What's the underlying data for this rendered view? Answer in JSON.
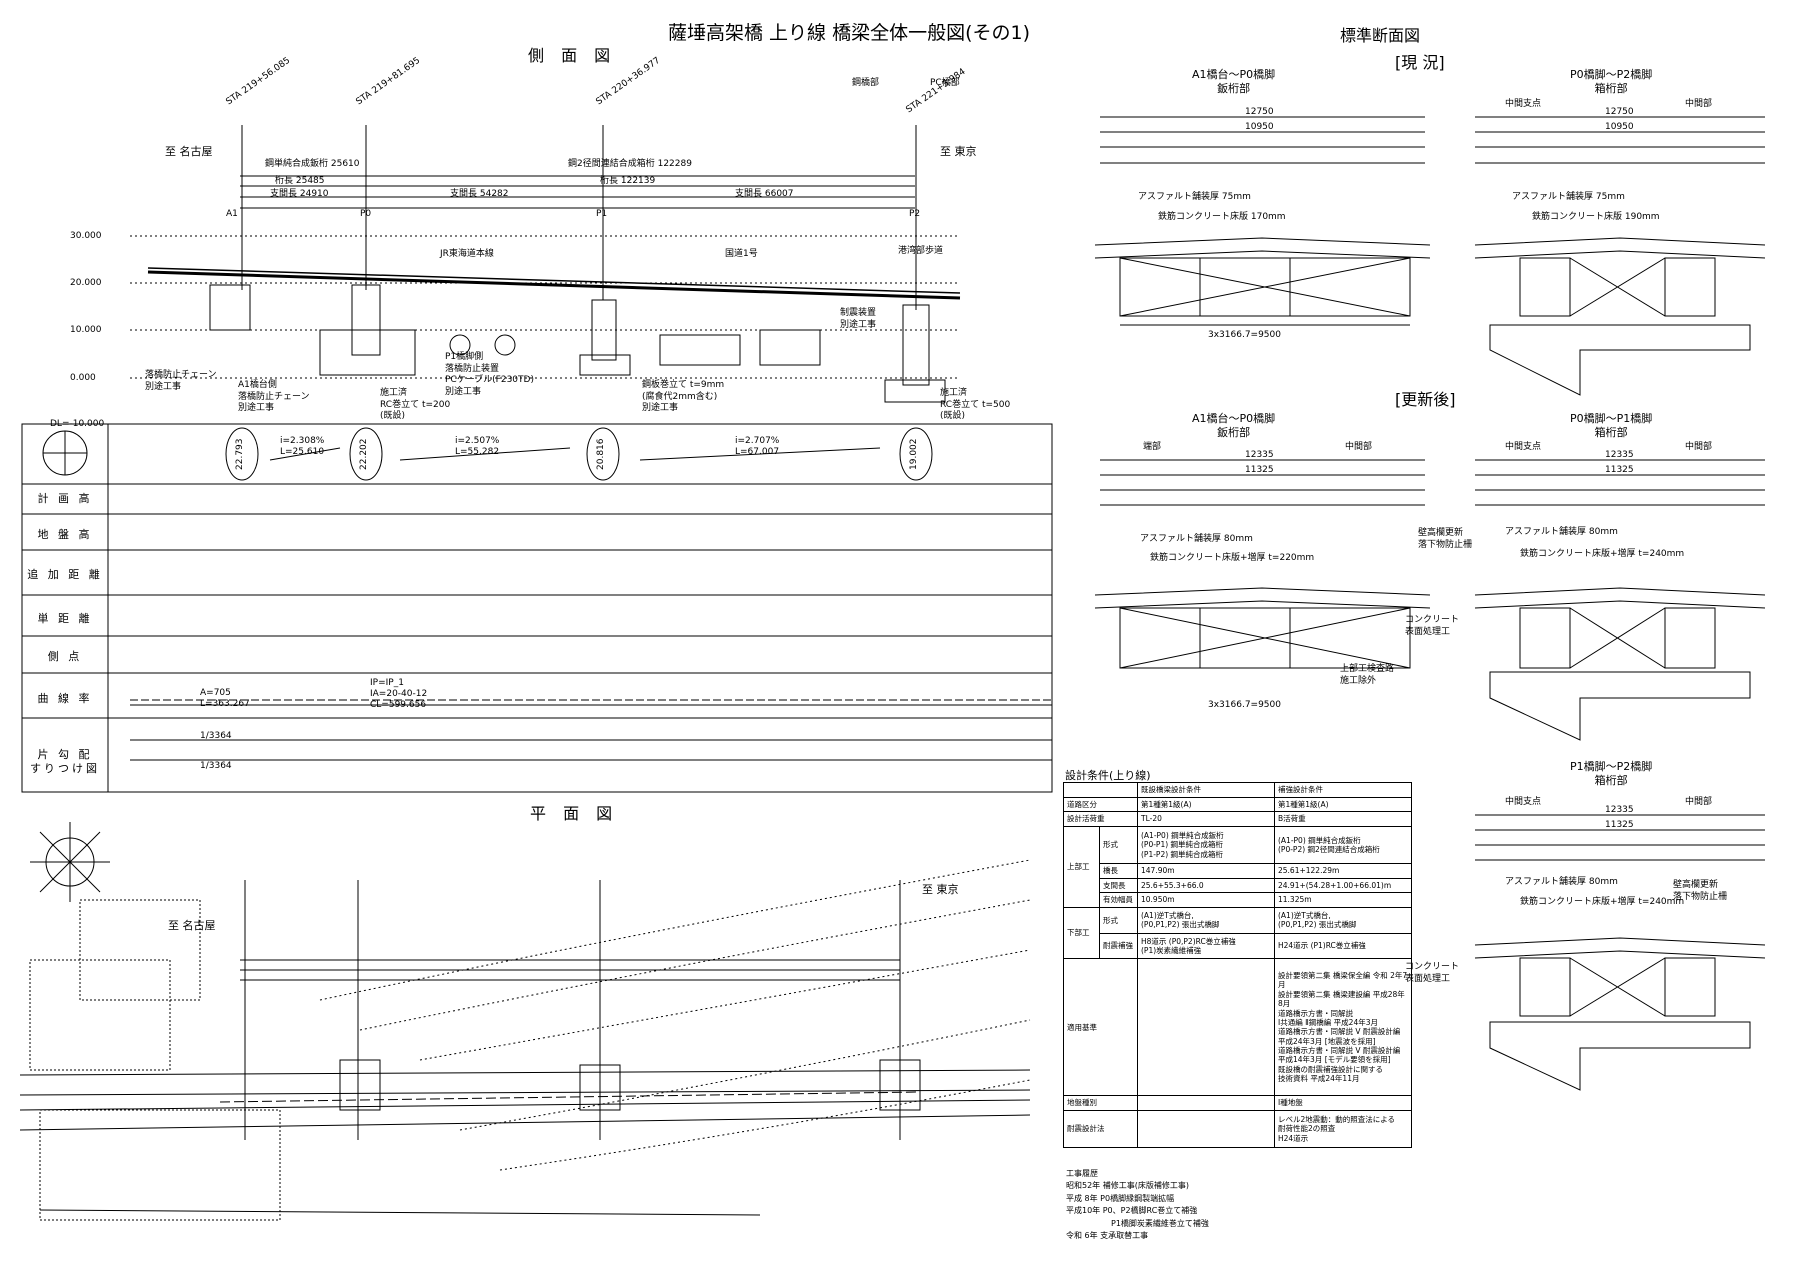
{
  "title": "薩埵高架橋 上り線 橋梁全体一般図(その1)",
  "side_view": {
    "label": "側 面 図",
    "sta_labels": [
      "STA 219+56.085",
      "STA 219+81.695",
      "STA 220+36.977",
      "STA 221+3.984"
    ],
    "to_nagoya": "至 名古屋",
    "to_tokyo": "至 東京",
    "steel_pc": [
      "鋼橋部",
      "PC橋部"
    ],
    "span1": "鋼単純合成鈑桁 25610",
    "span2": "鋼2径間連結合成箱桁 122289",
    "girder1": "桁長 25485",
    "girder2": "桁長 122139",
    "support1": "支間長 24910",
    "support2": "支間長 54282",
    "support3": "支間長 66007",
    "piers": [
      "A1",
      "P0",
      "P1",
      "P2"
    ],
    "railway": "JR東海道本線",
    "road": "国道1号",
    "harbor": "港湾部歩道",
    "elev_ticks": [
      "30.000",
      "20.000",
      "10.000",
      "0.000",
      "DL=-10.000"
    ],
    "notes": {
      "a1_chain": "落橋防止チェーン\n別途工事",
      "a1_side": "A1橋台側\n落橋防止チェーン\n別途工事",
      "p1_side": "P1橋脚側\n落橋防止装置\nPCケーブル(F230TD)\n別途工事",
      "done1": "施工済\nRC巻立て t=200\n(既設)",
      "steel_plate": "鋼板巻立て t=9mm\n(腐食代2mm含む)\n別途工事",
      "done2": "施工済\nRC巻立て t=500\n(既設)",
      "damper": "制震装置\n別途工事"
    }
  },
  "profile": {
    "rows": [
      "計 画 高",
      "地 盤 高",
      "追 加 距 離",
      "単 距 離",
      "側 点",
      "曲 線 率",
      "片 勾 配\nすりつけ図"
    ],
    "elevations": [
      "22.793",
      "22.202",
      "20.816",
      "19.002"
    ],
    "grades": [
      "i=2.308%\nL=25.610",
      "i=2.507%\nL=55.282",
      "i=2.707%\nL=67.007"
    ],
    "curve": "A=705\nL=363.267",
    "curve2": "IP=IP_1\nIA=20-40-12\nCL=599.656",
    "slope": "1/3364"
  },
  "plan_view": {
    "label": "平 面 図",
    "to_nagoya": "至 名古屋",
    "to_tokyo": "至 東京"
  },
  "cross_section": {
    "label": "標準断面図",
    "current": "[現 況]",
    "after": "[更新後]",
    "sections": [
      {
        "title": "A1橋台～P0橋脚\n鈑桁部",
        "width": "12750",
        "inner": "10950"
      },
      {
        "title": "P0橋脚～P2橋脚\n箱桁部",
        "width": "12750",
        "inner": "10950"
      },
      {
        "title": "A1橋台～P0橋脚\n鈑桁部",
        "width": "12335",
        "inner": "11325"
      },
      {
        "title": "P0橋脚～P1橋脚\n箱桁部",
        "width": "12335",
        "inner": "11325"
      },
      {
        "title": "P1橋脚～P2橋脚\n箱桁部",
        "width": "12335",
        "inner": "11325"
      }
    ],
    "asphalt_old": "アスファルト舗装厚 75mm",
    "slab_old1": "鉄筋コンクリート床版 170mm",
    "slab_old2": "鉄筋コンクリート床版 190mm",
    "asphalt_new": "アスファルト舗装厚 80mm",
    "slab_new1": "鉄筋コンクリート床版+増厚 t=220mm",
    "slab_new2": "鉄筋コンクリート床版+増厚 t=240mm",
    "rail": "壁高欄更新\n落下物防止柵",
    "concrete": "コンクリート\n表面処理工",
    "inspection": "上部工検査路\n施工除外",
    "span_3x": "3x3166.7=9500",
    "middle_support": "中間支点",
    "middle_part": "中間部",
    "end_part": "端部"
  },
  "design_conditions": {
    "title": "設計条件(上り線)",
    "h_existing": "既設橋梁設計条件",
    "h_reinforce": "補強設計条件",
    "road_class": [
      "道路区分",
      "第1種第1級(A)",
      "第1種第1級(A)"
    ],
    "load": [
      "設計活荷重",
      "TL-20",
      "B活荷重"
    ],
    "form_super": [
      "(A1-P0) 鋼単純合成鈑桁\n(P0-P1) 鋼単純合成箱桁\n(P1-P2) 鋼単純合成箱桁",
      "(A1-P0) 鋼単純合成鈑桁\n(P0-P2) 鋼2径間連結合成箱桁"
    ],
    "girder_len": [
      "橋長",
      "147.90m",
      "25.61+122.29m"
    ],
    "span_len": [
      "支間長",
      "25.6+55.3+66.0",
      "24.91+(54.28+1.00+66.01)m"
    ],
    "eff_width": [
      "有効幅員",
      "10.950m",
      "11.325m"
    ],
    "form_sub": [
      "(A1)逆T式橋台,\n(P0,P1,P2) 張出式橋脚",
      "(A1)逆T式橋台,\n(P0,P1,P2) 張出式橋脚"
    ],
    "seismic": [
      "耐震補強",
      "H8道示 (P0,P2)RC巻立補強\n(P1)炭素繊維補強",
      "H24道示 (P1)RC巻立補強"
    ],
    "standards": [
      "設計要領第二集 橋梁保全編 令和 2年7月",
      "設計要領第二集 橋梁建設編 平成28年8月",
      "道路橋示方書・同解説\nⅠ共通編 Ⅱ鋼橋編 平成24年3月",
      "道路橋示方書・同解説 Ⅴ 耐震設計編\n平成24年3月 [地震波を採用]",
      "道路橋示方書・同解説 Ⅴ 耐震設計編\n平成14年3月 [モデル要領を採用]",
      "既設橋の耐震補強設計に関する\n技術資料 平成24年11月"
    ],
    "ground": [
      "地盤種別",
      "Ⅰ種地盤"
    ],
    "seismic_method": [
      "耐震設計法",
      "レベル2地震動：動的照査法による\n耐荷性能2の照査\nH24道示"
    ],
    "labels": {
      "super": "上部工",
      "sub": "下部工",
      "form": "形式",
      "apply": "適用基準"
    }
  },
  "history": {
    "title": "工事履歴",
    "items": [
      "昭和52年 補修工事(床版補修工事)",
      "平成 8年 P0橋脚縁鋼製端拡幅",
      "平成10年 P0、P2橋脚RC巻立て補強",
      "P1橋脚炭素繊維巻立て補強",
      "令和 6年 支承取替工事"
    ]
  }
}
